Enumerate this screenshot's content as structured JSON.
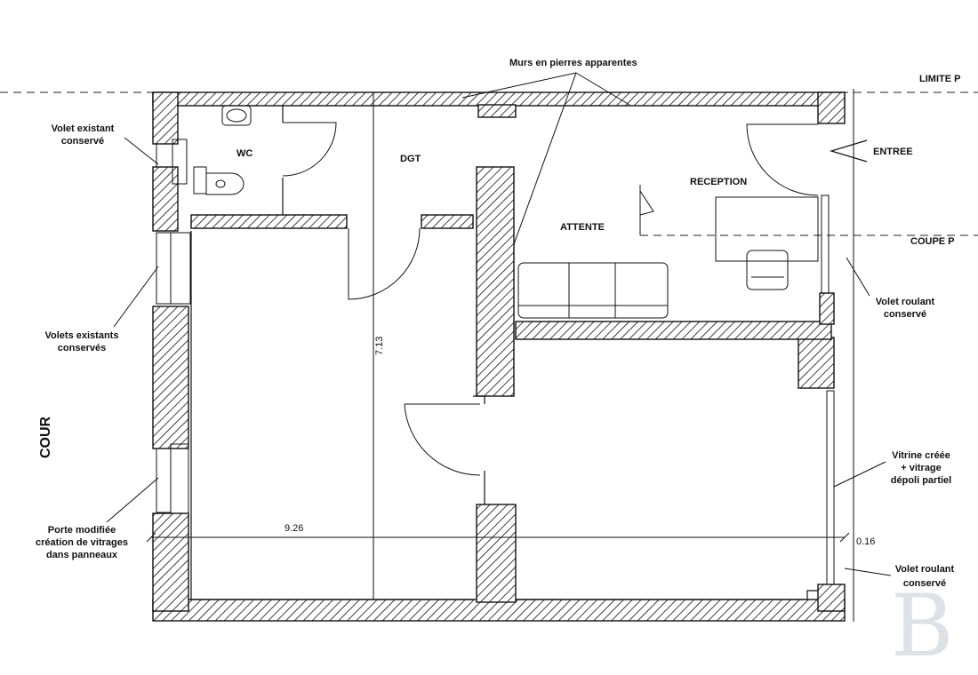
{
  "labels": {
    "limite": "LIMITE P",
    "coupe": "COUPE P",
    "murs": "Murs en pierres apparentes",
    "entree": "ENTREE",
    "wc": "WC",
    "dgt": "DGT",
    "reception": "RECEPTION",
    "attente": "ATTENTE",
    "cour": "COUR"
  },
  "notes": {
    "volet_existant": [
      "Volet existant",
      "conservé"
    ],
    "volets_existants": [
      "Volets existants",
      "conservés"
    ],
    "porte_modifiee": [
      "Porte modifiée",
      "création de vitrages",
      "dans panneaux"
    ],
    "volet_roulant_1": [
      "Volet roulant",
      "conservé"
    ],
    "vitrine": [
      "Vitrine créée",
      "+ vitrage",
      "dépoli partiel"
    ],
    "volet_roulant_2": [
      "Volet roulant",
      "conservé"
    ]
  },
  "dimensions": {
    "length": "9.26",
    "depth": "7.13",
    "wall": "0.16"
  },
  "watermark": "B",
  "colors": {
    "ink": "#111111",
    "watermark": "#dde2e6"
  }
}
